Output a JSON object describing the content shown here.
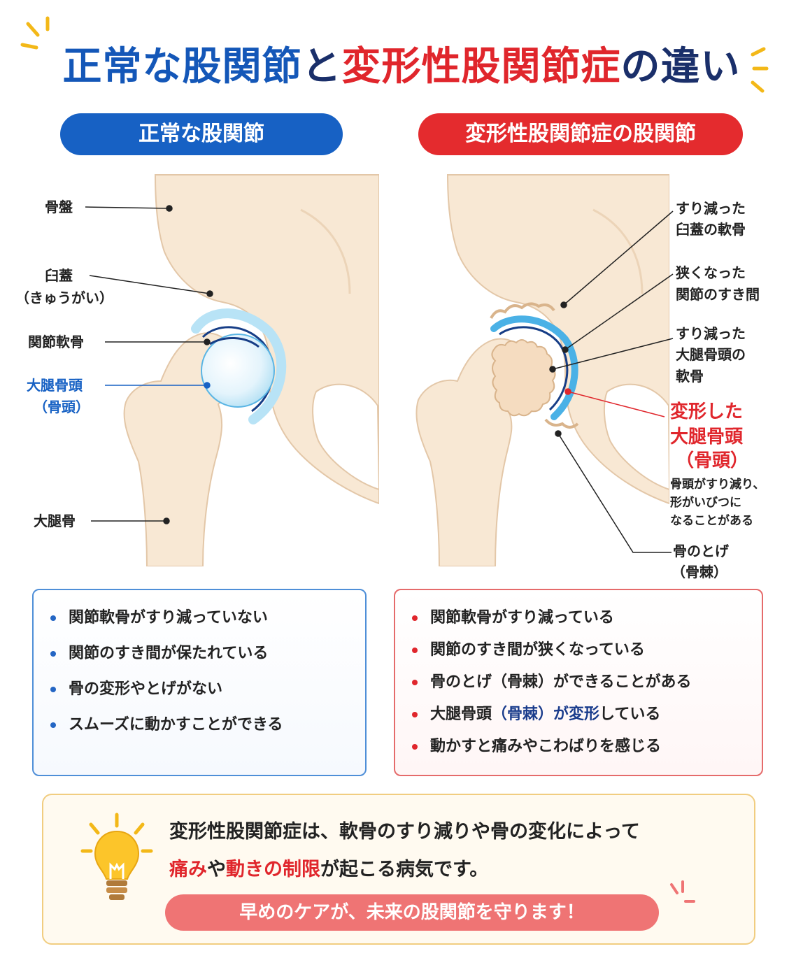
{
  "title": {
    "part1": "正常な股関節",
    "part2": "と",
    "part3": "変形性股関節症",
    "part4": "の違い"
  },
  "panels": {
    "left_title": "正常な股関節",
    "right_title": "変形性股関節症の股関節"
  },
  "left_labels": {
    "pelvis": "骨盤",
    "acetabulum": "臼蓋",
    "acetabulum_reading": "（きゅうがい）",
    "cartilage": "関節軟骨",
    "femoral_head": "大腿骨頭",
    "femoral_head_alt": "（骨頭）",
    "femur": "大腿骨"
  },
  "right_labels": {
    "worn_acetabular_1": "すり減った",
    "worn_acetabular_2": "臼蓋の軟骨",
    "narrow_gap_1": "狭くなった",
    "narrow_gap_2": "関節のすき間",
    "worn_head_1": "すり減った",
    "worn_head_2": "大腿骨頭の",
    "worn_head_3": "軟骨",
    "deformed_1": "変形した",
    "deformed_2": "大腿骨頭",
    "deformed_3": "（骨頭）",
    "deformed_note_1": "骨頭がすり減り、",
    "deformed_note_2": "形がいびつに",
    "deformed_note_3": "なることがある",
    "spur_1": "骨のとげ",
    "spur_2": "（骨棘）"
  },
  "normal_points": [
    "関節軟骨がすり減っていない",
    "関節のすき間が保たれている",
    "骨の変形やとげがない",
    "スムーズに動かすことができる"
  ],
  "oa_points": {
    "p1": "関節軟骨がすり減っている",
    "p2": "関節のすき間が狭くなっている",
    "p3": "骨のとげ（骨棘）ができることがある",
    "p4a": "大腿骨頭",
    "p4b": "（骨棘）",
    "p4c": "が変形",
    "p4d": "している",
    "p5": "動かすと痛みやこわばりを感じる"
  },
  "note": {
    "line1": "変形性股関節症は、軟骨のすり減りや骨の変化によって",
    "line2_a": "痛み",
    "line2_b": "や",
    "line2_c": "動きの制限",
    "line2_d": "が起こる病気です。",
    "banner": "早めのケアが、未来の股関節を守ります！"
  },
  "colors": {
    "blue": "#1761c4",
    "red": "#e42b2e",
    "bone": "#f8e8d4",
    "bone_outline": "#e3c7a8",
    "cartilage_blue": "#8fd0ee",
    "note_border": "#f1cd80",
    "banner": "#ef7474"
  }
}
